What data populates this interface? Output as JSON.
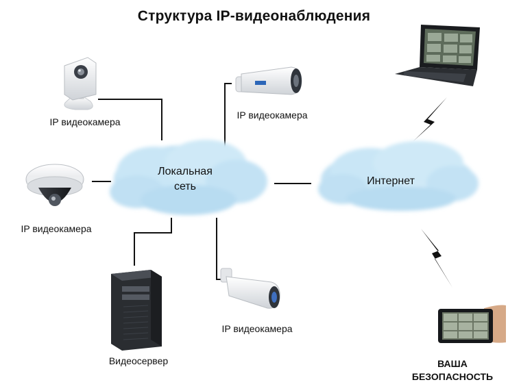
{
  "title": "Структура IP-видеонаблюдения",
  "nodes": {
    "lan_cloud": {
      "line1": "Локальная",
      "line2": "сеть"
    },
    "internet_cloud": {
      "label": "Интернет"
    },
    "camera_cube": {
      "label": "IP видеокамера"
    },
    "camera_bullet_top": {
      "label": "IP видеокамера"
    },
    "camera_dome": {
      "label": "IP видеокамера"
    },
    "camera_bullet_bottom": {
      "label": "IP видеокамера"
    },
    "video_server": {
      "label": "Видеосервер"
    },
    "security": {
      "line1": "ВАША",
      "line2": "БЕЗОПАСНОСТЬ"
    }
  },
  "colors": {
    "cloud": "#bfe0f2",
    "cloud_core": "#d9eef9",
    "line": "#111111",
    "lightning": "#111111"
  }
}
